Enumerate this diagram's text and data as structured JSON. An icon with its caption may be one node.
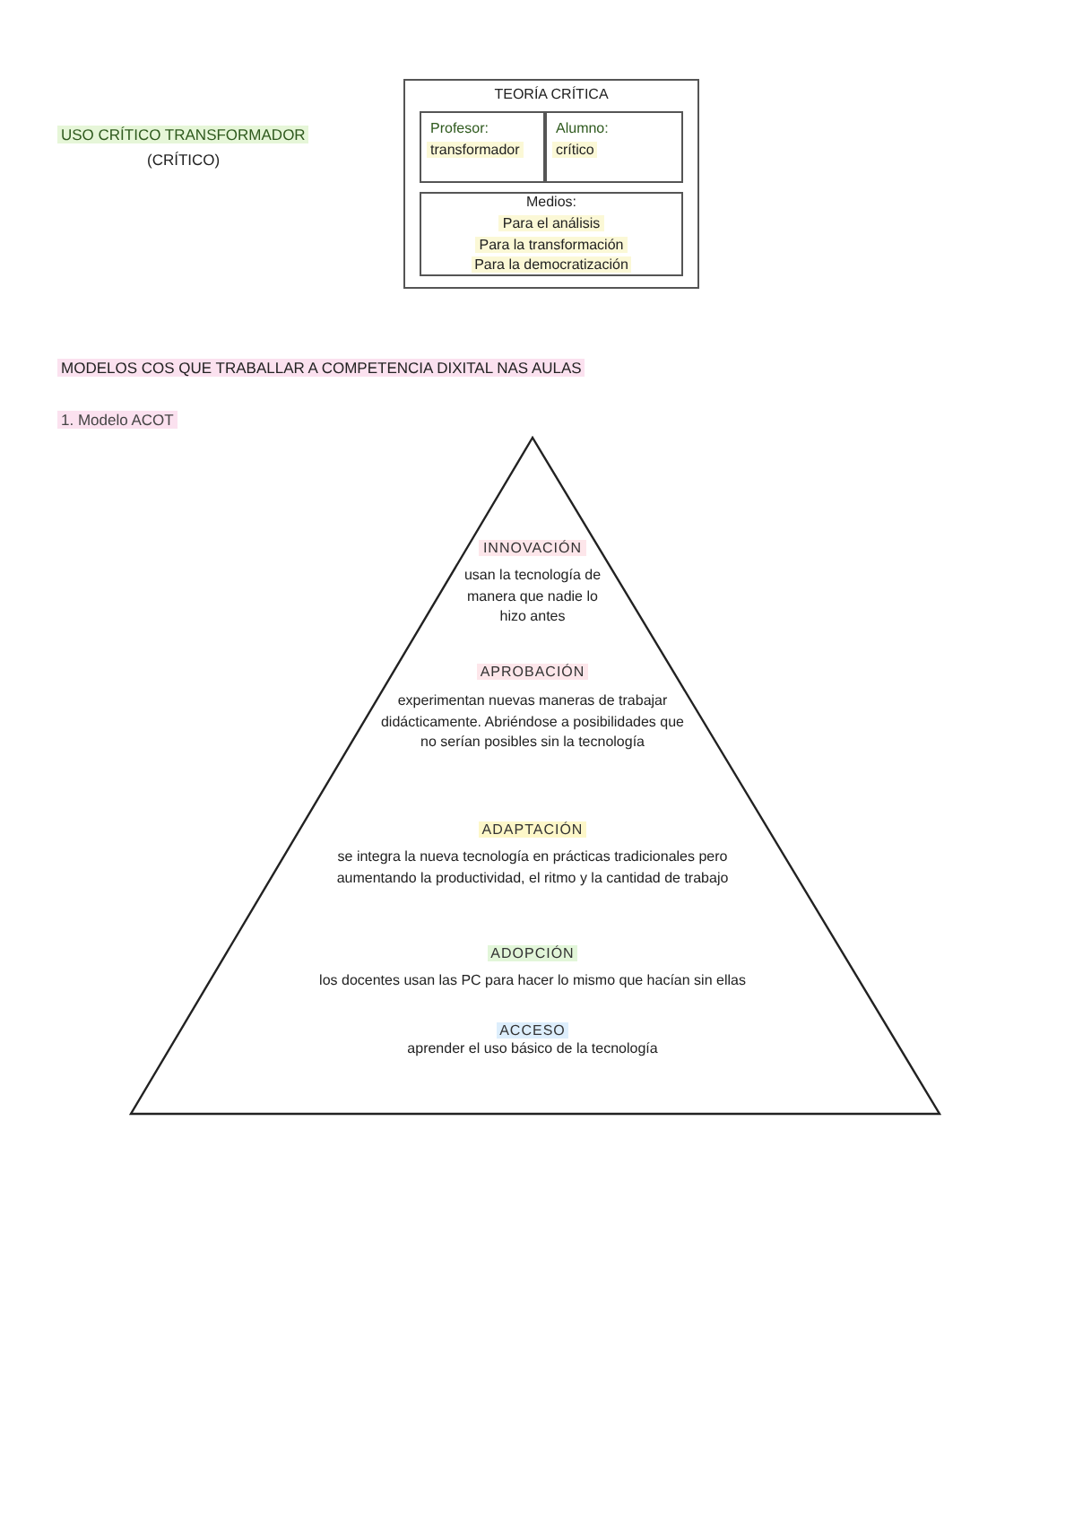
{
  "diagram": {
    "nodes": [
      {
        "text": [
          "TEORÍA CRÍTICA"
        ]
      },
      {
        "text": [
          "Profesor:",
          "transformador"
        ],
        "in": 0
      },
      {
        "text": [
          "Alumno:",
          "crítico"
        ],
        "in": 0
      },
      {
        "text": [
          "Medios:",
          "Para el análisis",
          "Para la transformación",
          "Para la democratización"
        ],
        "in": 0
      },
      {
        "text": [
          "INNOVACIÓN",
          "usan la tecnología de manera que nadie lo hizo antes",
          "APROBACIÓN",
          "experimentan nuevas maneras de trabajar didácticamente. Abriéndose a posibilidades que no serían posibles sin la tecnología",
          "ADAPTACIÓN",
          "se integra la nueva tecnología en prácticas tradicionales pero aumentando la productividad, el ritmo y la cantidad de trabajo",
          "ADOPCIÓN",
          "los docentes usan las PC para hacer lo mismo que hacían sin ellas",
          "ACCESO",
          "aprender el uso básico de la tecnología"
        ]
      }
    ],
    "edges": [],
    "labels": [
      "USO CRÍTICO TRANSFORMADOR",
      "(CRÍTICO)",
      "MODELOS COS QUE TRABALLAR A COMPETENCIA DIXITAL NAS AULAS",
      "1. Modelo ACOT"
    ]
  }
}
